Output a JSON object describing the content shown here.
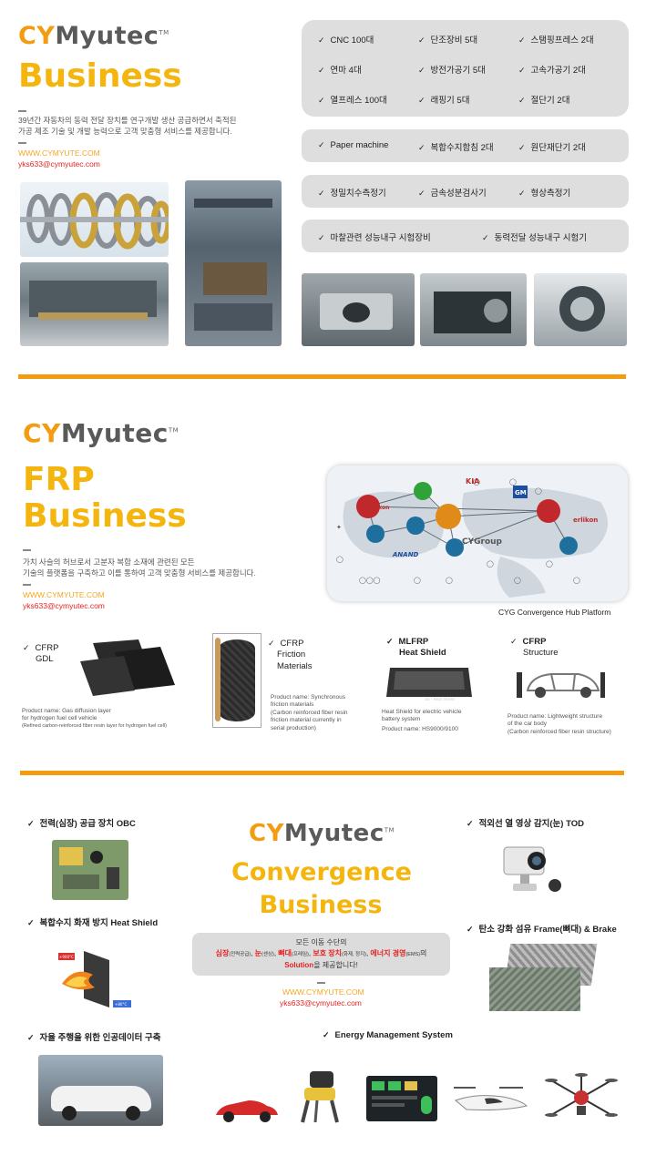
{
  "section1": {
    "logo": {
      "cy": "CY",
      "myutec": "Myutec",
      "tm": "TM"
    },
    "title": "Business",
    "desc_line1": "39년간 자동차의 동력 전달 장치를 연구개발 생산 공급하면서 축적된",
    "desc_line2": "가공 제조 기술 및 개발 능력으로 고객 맞춤형 서비스를 제공합니다.",
    "website": "WWW.CYMYUTE.COM",
    "email": "yks633@cymyutec.com",
    "equipment_rows": [
      [
        "CNC 100대",
        "단조장비 5대",
        "스탬핑프레스 2대"
      ],
      [
        "연마 4대",
        "방전가공기 5대",
        "고속가공기 2대"
      ],
      [
        "열프레스 100대",
        "래핑기 5대",
        "절단기 2대"
      ]
    ],
    "pill2": [
      "Paper machine",
      "복합수지함침 2대",
      "원단재단기 2대"
    ],
    "pill3": [
      "정밀치수측정기",
      "금속성분검사기",
      "형상측정기"
    ],
    "pill4": [
      "마찰관련 성능내구 시험장비",
      "동력전달 성능내구 시험기"
    ]
  },
  "section2": {
    "logo": {
      "cy": "CY",
      "myutec": "Myutec",
      "tm": "TM"
    },
    "title_line1": "FRP",
    "title_line2": "Business",
    "desc_line1": "가치 사슬의 허브로서 고분자 복합 소재에 관련된 모든",
    "desc_line2": "기술의 플랫폼을 구축하고 이를 통하여 고객 맞춤형 서비스를 제공합니다.",
    "website": "WWW.CYMYUTE.COM",
    "email": "yks633@cymyutec.com",
    "hub_caption": "CYG Convergence Hub Platform",
    "hub_center_label": "CYGroup",
    "hub_brand_labels": [
      "ANAND",
      "erlikon",
      "GM",
      "KIA",
      "likon"
    ],
    "products": [
      {
        "title1": "CFRP",
        "title2": "GDL",
        "desc": [
          "Product name: Gas diffusion layer",
          "for hydrogen fuel cell vehicle",
          "(Refined carbon-reinforced fiber resin layer for hydrogen fuel cell)"
        ]
      },
      {
        "title1": "CFRP",
        "title2": "Friction",
        "title3": "Materials",
        "desc": [
          "Product name: Synchronous",
          "friction materials",
          "(Carbon reinforced fiber resin",
          "friction material currently in",
          "serial production)"
        ]
      },
      {
        "title1": "MLFRP",
        "title2": "Heat Shield",
        "desc": [
          "Heat Shield for electric vehicle",
          "battery system",
          "Product name: HS9000/9100"
        ],
        "image_label": "3D - Heat Shield"
      },
      {
        "title1": "CFRP",
        "title2": "Structure",
        "desc": [
          "Product name: Lightweight structure",
          "of the car body",
          "(Carbon reinforced fiber resin structure)"
        ]
      }
    ]
  },
  "section3": {
    "logo": {
      "cy": "CY",
      "myutec": "Myutec",
      "tm": "TM"
    },
    "title_line1": "Convergence",
    "title_line2": "Business",
    "left_items": [
      "전력(심장) 공급 장치  OBC",
      "복합수지 화재 방지 Heat Shield",
      "자율 주행을 위한 인공데이터 구축"
    ],
    "right_items": [
      "적외선 열 영상 감지(눈) TOD",
      "탄소 강화 섬유 Frame(뼈대) & Brake"
    ],
    "ems": "Energy Management System",
    "message": {
      "line1": "모든 이동 수단의",
      "heart": "심장",
      "heart_sub": "(전력공급)",
      "eye": "눈",
      "eye_sub": "(센싱)",
      "bone": "뼈대",
      "bone_sub": "(프레임)",
      "protect": "보호 장치",
      "protect_sub": "(화재, 정지)",
      "energy": "에너지 경영",
      "energy_sub": "(EMS)",
      "suffix": "의",
      "solution": "Solution",
      "end": "을 제공합니다!"
    },
    "website": "WWW.CYMYUTE.COM",
    "email": "yks633@cymyutec.com",
    "heat_temp_hot": "+900°C",
    "heat_temp_cool": "+80°C"
  },
  "colors": {
    "orange": "#f39c12",
    "yellow": "#f5b50f",
    "red": "#e52222",
    "pill": "#dedede"
  }
}
